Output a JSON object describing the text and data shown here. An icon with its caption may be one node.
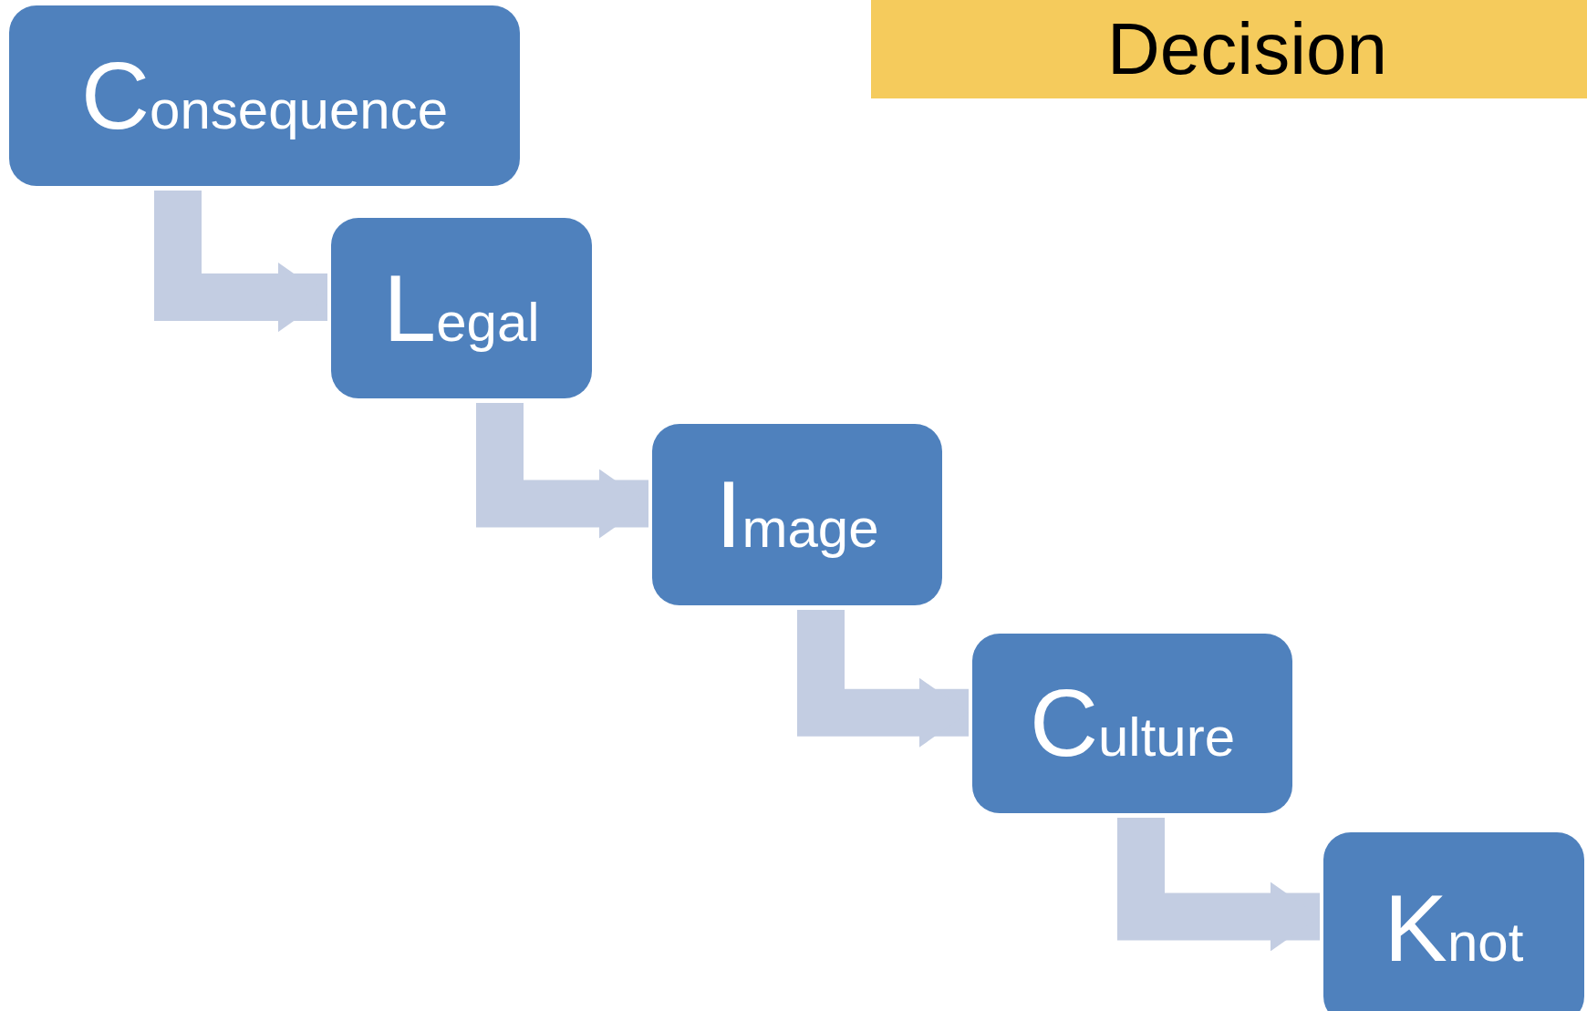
{
  "diagram": {
    "title": "Decision",
    "nodes": [
      {
        "text": [
          "Consequence"
        ]
      },
      {
        "text": [
          "Legal"
        ]
      },
      {
        "text": [
          "Image"
        ]
      },
      {
        "text": [
          "Culture"
        ]
      },
      {
        "text": [
          "Knot"
        ]
      }
    ],
    "edges": [
      {
        "from": 0,
        "to": 1,
        "arrow": "to"
      },
      {
        "from": 1,
        "to": 2,
        "arrow": "to"
      },
      {
        "from": 2,
        "to": 3,
        "arrow": "to"
      },
      {
        "from": 3,
        "to": 4,
        "arrow": "to"
      }
    ]
  }
}
